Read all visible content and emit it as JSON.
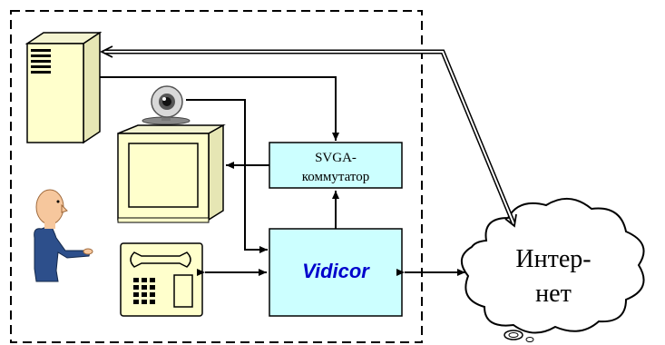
{
  "diagram": {
    "switch_label": {
      "line1": "SVGA-",
      "line2": "коммутатор"
    },
    "vidicor_label": "Vidicor",
    "internet_label": {
      "line1": "Интер-",
      "line2": "нет"
    },
    "colors": {
      "box_fill": "#ccffff",
      "device_fill": "#ffffcc",
      "person_body": "#2d4f8b",
      "person_skin": "#f6c79d",
      "vidicor_text": "#0000cc",
      "dash": "#000000"
    },
    "icons": [
      "server-icon",
      "webcam-icon",
      "monitor-icon",
      "person-icon",
      "phone-icon",
      "cloud-icon"
    ]
  }
}
